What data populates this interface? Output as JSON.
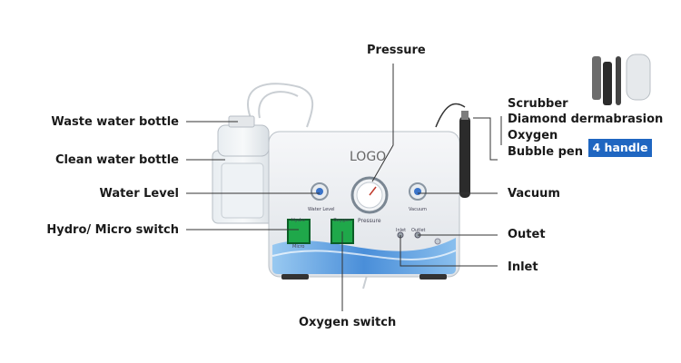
{
  "labels": {
    "waste_water_bottle": "Waste water bottle",
    "clean_water_bottle": "Clean water bottle",
    "water_level": "Water Level",
    "hydro_micro_switch": "Hydro/ Micro switch",
    "pressure": "Pressure",
    "oxygen_switch": "Oxygen switch",
    "handles_scrubber": "Scrubber",
    "handles_diamond": "Diamond dermabrasion",
    "handles_oxygen": "Oxygen",
    "handles_bubble": "Bubble pen",
    "vacuum": "Vacuum",
    "outet": "Outet",
    "inlet": "Inlet"
  },
  "badge": "4 handle",
  "device": {
    "logo": "LOGO",
    "pressure_gauge_label": "Pressure",
    "water_level_knob_label": "Water  Level",
    "vacuum_knob_label": "Vacuum",
    "switch_left_top_label": "Hydro",
    "switch_left_bottom_label": "Micro",
    "switch_right_label": "Oxygen",
    "port_inlet_label": "Inlet",
    "port_outlet_label": "Outlet"
  },
  "colors": {
    "badge": "#1f66c1",
    "device_wave": "#2f7fd6",
    "switch_green": "#1fa84a",
    "leader_line": "#333333"
  }
}
